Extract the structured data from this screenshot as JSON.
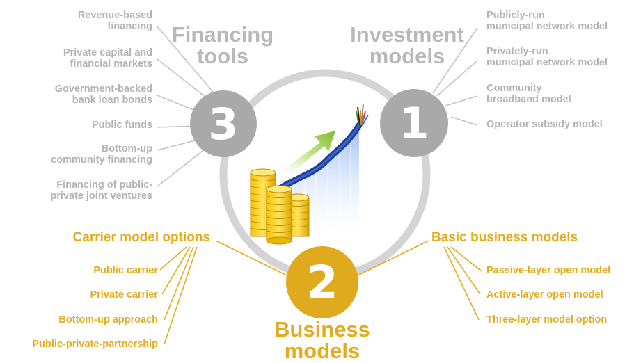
{
  "financing": {
    "title_line1": "Financing",
    "title_line2": "tools",
    "number": "3",
    "items": [
      {
        "line1": "Revenue-based",
        "line2": "financing"
      },
      {
        "line1": "Private capital and",
        "line2": "financial markets"
      },
      {
        "line1": "Government-backed",
        "line2": "bank loan bonds"
      },
      {
        "line1": "Public funds",
        "line2": ""
      },
      {
        "line1": "Bottom-up",
        "line2": "community financing"
      },
      {
        "line1": "Financing of public-",
        "line2": "private joint ventures"
      }
    ]
  },
  "investment": {
    "title_line1": "Investment",
    "title_line2": "models",
    "number": "1",
    "items": [
      {
        "line1": "Publicly-run",
        "line2": "municipal network model"
      },
      {
        "line1": "Privately-run",
        "line2": "municipal network model"
      },
      {
        "line1": "Community",
        "line2": "broadband model"
      },
      {
        "line1": "Operator subsidy model",
        "line2": ""
      }
    ]
  },
  "business": {
    "title_line1": "Business",
    "title_line2": "models",
    "number": "2",
    "carrier_heading": "Carrier model options",
    "carrier_items": [
      "Public carrier",
      "Private carrier",
      "Bottom-up approach",
      "Public-private-partnership"
    ],
    "basic_heading": "Basic business models",
    "basic_items": [
      "Passive-layer open model",
      "Active-layer open model",
      "Three-layer model option"
    ]
  },
  "colors": {
    "grey_text": "#b3b3b3",
    "grey_circle": "#a9a9a9",
    "ring": "#d4d4d4",
    "gold": "#e4ac1c",
    "gold_circle": "#e0aa1e"
  }
}
